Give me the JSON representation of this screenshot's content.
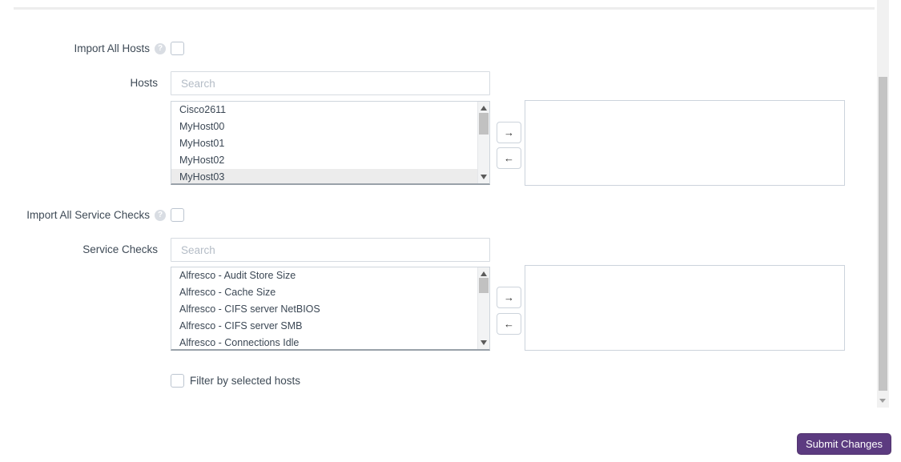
{
  "hosts_section": {
    "import_all_label": "Import All Hosts",
    "field_label": "Hosts",
    "search_placeholder": "Search",
    "search_value": "",
    "available_items": [
      "Cisco2611",
      "MyHost00",
      "MyHost01",
      "MyHost02",
      "MyHost03"
    ],
    "selected_index": 4,
    "chosen_items": []
  },
  "service_checks_section": {
    "import_all_label": "Import All Service Checks",
    "field_label": "Service Checks",
    "search_placeholder": "Search",
    "search_value": "",
    "available_items": [
      "Alfresco - Audit Store Size",
      "Alfresco - Cache Size",
      "Alfresco - CIFS server NetBIOS",
      "Alfresco - CIFS server SMB",
      "Alfresco - Connections Idle"
    ],
    "chosen_items": []
  },
  "filter": {
    "label": "Filter by selected hosts",
    "checked": false
  },
  "footer": {
    "submit_label": "Submit Changes"
  },
  "icons": {
    "help": "?",
    "move_right": "→",
    "move_left": "←"
  },
  "colors": {
    "accent_purple": "#5c3b80",
    "label_text": "#3e4a56",
    "placeholder": "#b4bcc6",
    "input_border": "#d6dbe1",
    "selected_row_bg": "#ececec",
    "scrollbar_thumb": "#c1c1c1",
    "scrollbar_track": "#f1f1f1"
  }
}
